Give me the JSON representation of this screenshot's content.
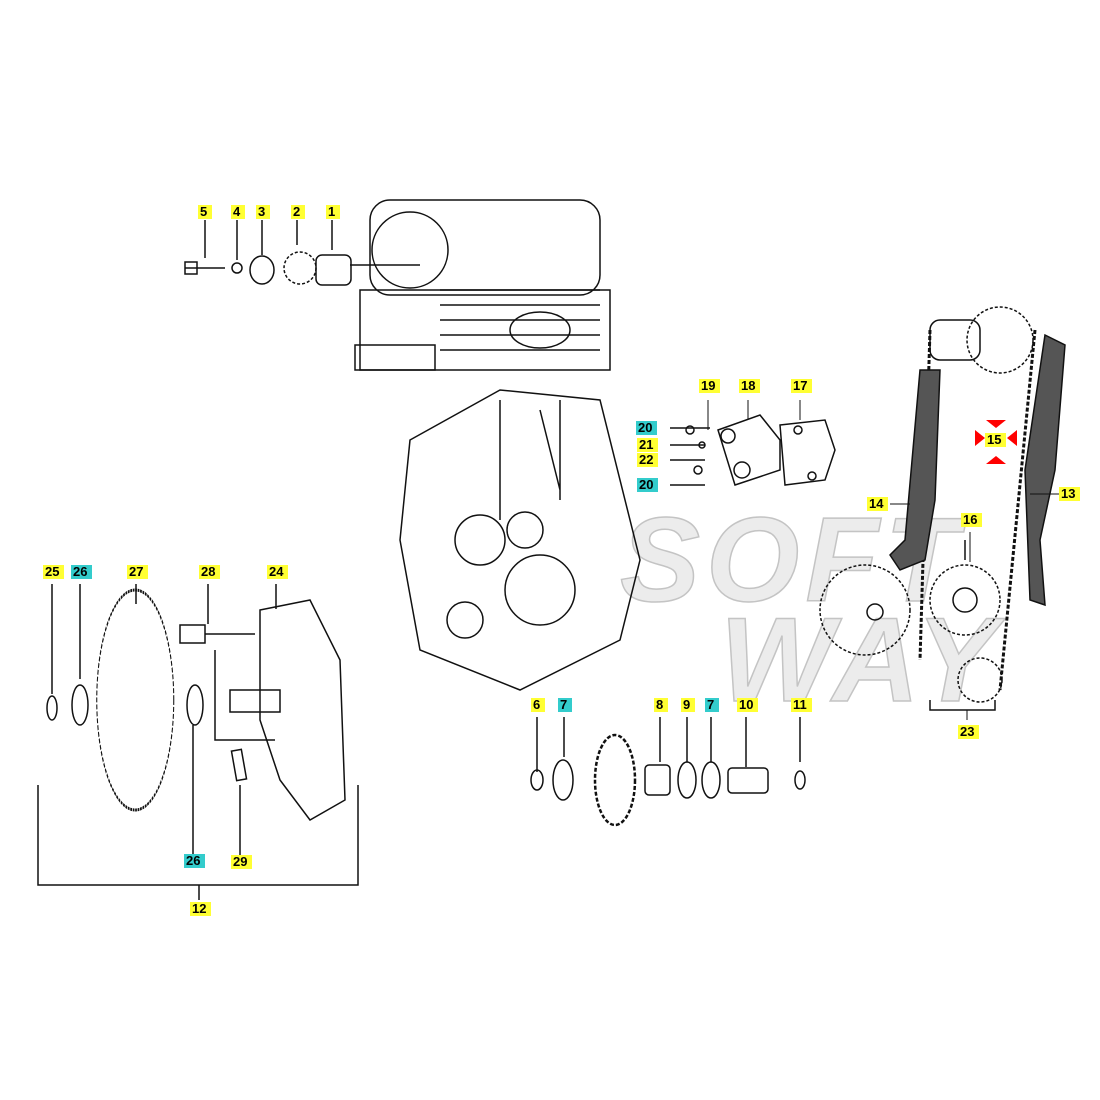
{
  "watermark": {
    "line1": "SOFT",
    "line2": "WAY"
  },
  "labels": [
    {
      "id": "5",
      "color": "yellow"
    },
    {
      "id": "4",
      "color": "yellow"
    },
    {
      "id": "3",
      "color": "yellow"
    },
    {
      "id": "2",
      "color": "yellow"
    },
    {
      "id": "1",
      "color": "yellow"
    },
    {
      "id": "19",
      "color": "yellow"
    },
    {
      "id": "18",
      "color": "yellow"
    },
    {
      "id": "17",
      "color": "yellow"
    },
    {
      "id": "20",
      "color": "cyan"
    },
    {
      "id": "21",
      "color": "yellow"
    },
    {
      "id": "22",
      "color": "yellow"
    },
    {
      "id": "20",
      "color": "cyan"
    },
    {
      "id": "15",
      "color": "yellow"
    },
    {
      "id": "14",
      "color": "yellow"
    },
    {
      "id": "13",
      "color": "yellow"
    },
    {
      "id": "16",
      "color": "yellow"
    },
    {
      "id": "25",
      "color": "yellow"
    },
    {
      "id": "26",
      "color": "cyan"
    },
    {
      "id": "27",
      "color": "yellow"
    },
    {
      "id": "28",
      "color": "yellow"
    },
    {
      "id": "24",
      "color": "yellow"
    },
    {
      "id": "6",
      "color": "yellow"
    },
    {
      "id": "7",
      "color": "cyan"
    },
    {
      "id": "8",
      "color": "yellow"
    },
    {
      "id": "9",
      "color": "yellow"
    },
    {
      "id": "7",
      "color": "cyan"
    },
    {
      "id": "10",
      "color": "yellow"
    },
    {
      "id": "11",
      "color": "yellow"
    },
    {
      "id": "23",
      "color": "yellow"
    },
    {
      "id": "26",
      "color": "cyan"
    },
    {
      "id": "29",
      "color": "yellow"
    },
    {
      "id": "12",
      "color": "yellow"
    }
  ],
  "colors": {
    "yellow": "#ffff33",
    "cyan": "#33cccc",
    "highlight": "#ff0000"
  }
}
